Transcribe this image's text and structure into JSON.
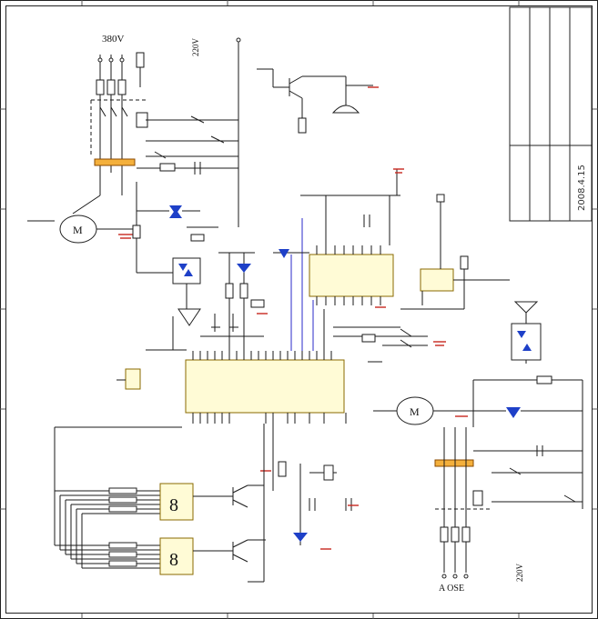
{
  "labels": {
    "voltage_380": "380V",
    "voltage_220_top": "220V",
    "voltage_220_bottom": "220V",
    "bottom_voltage": "A OSE",
    "motor_glyph_1": "M",
    "motor_glyph_2": "M",
    "seg_display_1": "8",
    "seg_display_2": "8"
  },
  "title_block": {
    "date": "2008.4.15"
  },
  "colors": {
    "wire": "#1a1a1a",
    "signal_wire": "#2a2ac8",
    "ground": "#c8281e",
    "ic_fill": "#fffbd6",
    "led": "#1e40c8",
    "highlight": "#f4b03c"
  }
}
